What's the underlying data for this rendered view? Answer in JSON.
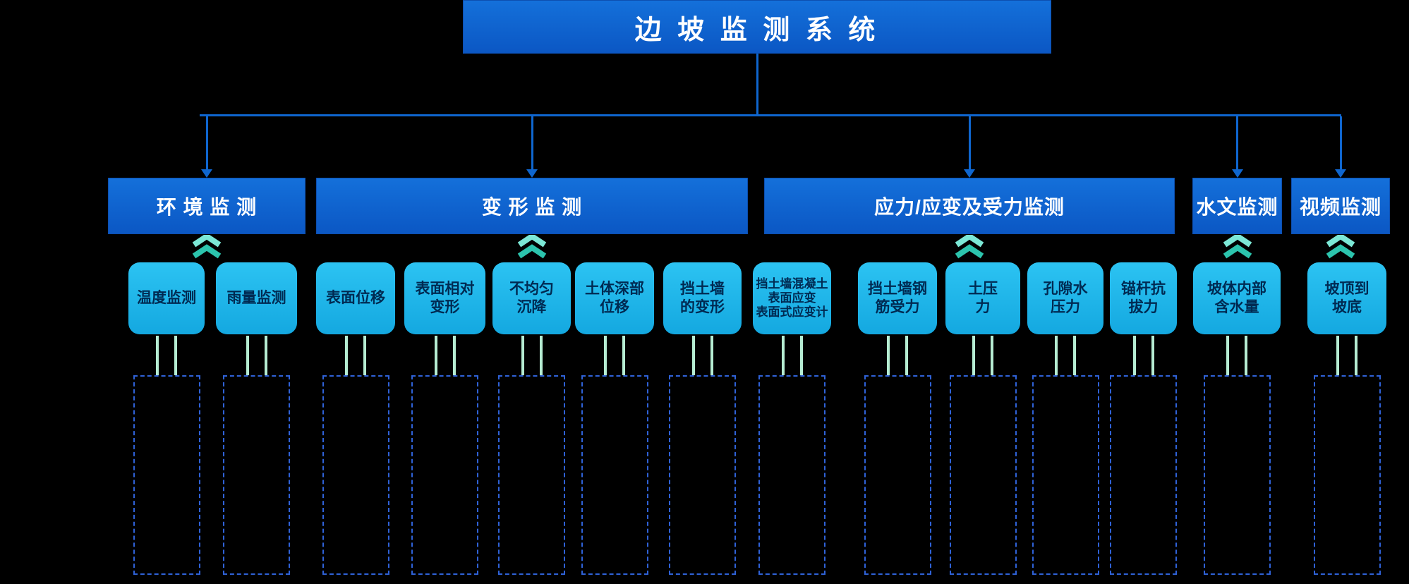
{
  "root": {
    "title": "边 坡 监 测 系 统"
  },
  "branches": [
    {
      "label": "环 境 监 测",
      "leaves": [
        {
          "lines": [
            "温度监测"
          ]
        },
        {
          "lines": [
            "雨量监测"
          ]
        }
      ]
    },
    {
      "label": "变 形 监 测",
      "leaves": [
        {
          "lines": [
            "表面位移"
          ]
        },
        {
          "lines": [
            "表面相对",
            "变形"
          ]
        },
        {
          "lines": [
            "不均匀",
            "沉降"
          ]
        },
        {
          "lines": [
            "土体深部",
            "位移"
          ]
        },
        {
          "lines": [
            "挡土墙",
            "的变形"
          ]
        }
      ]
    },
    {
      "label": "应力/应变及受力监测",
      "leaves": [
        {
          "lines": [
            "挡土墙混凝土",
            "表面应变",
            "表面式应变计"
          ]
        },
        {
          "lines": [
            "挡土墙钢",
            "筋受力"
          ]
        },
        {
          "lines": [
            "土压",
            "力"
          ]
        },
        {
          "lines": [
            "孔隙水",
            "压力"
          ]
        },
        {
          "lines": [
            "锚杆抗",
            "拔力"
          ]
        }
      ]
    },
    {
      "label": "水文监测",
      "leaves": [
        {
          "lines": [
            "坡体内部",
            "含水量"
          ]
        }
      ]
    },
    {
      "label": "视频监测",
      "leaves": [
        {
          "lines": [
            "坡顶到",
            "坡底"
          ]
        }
      ]
    }
  ],
  "colors": {
    "background": "#000000",
    "node_blue": "#0e63cd",
    "node_text": "#ffffff",
    "leaf_cyan": "#1db4e8",
    "leaf_text": "#002a52",
    "chevron_teal_dark": "#2cc4ad",
    "chevron_teal_light": "#7ce8d6",
    "connector_green": "#b5ecd2",
    "dashed_border": "#2f62d8"
  },
  "icons": {
    "double_chevron_up": "double-chevron-up-icon",
    "arrow_down": "arrow-down-icon"
  }
}
